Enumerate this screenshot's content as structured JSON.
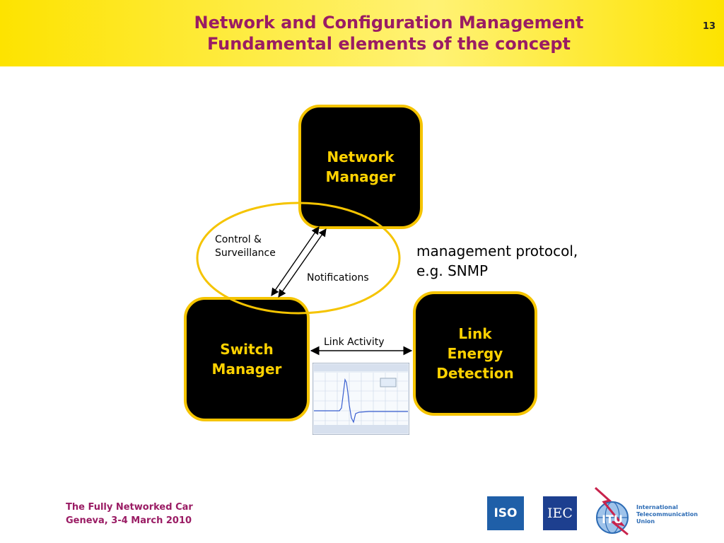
{
  "header": {
    "title_line1": "Network and Configuration Management",
    "title_line2": "Fundamental elements of the concept",
    "slide_number": "13"
  },
  "diagram": {
    "network_manager": "Network\nManager",
    "switch_manager": "Switch\nManager",
    "link_energy_detection": "Link\nEnergy\nDetection",
    "control_surveillance": "Control &\nSurveillance",
    "notifications": "Notifications",
    "management_protocol": "management protocol,\ne.g. SNMP",
    "link_activity": "Link Activity"
  },
  "footer": {
    "line1": "The Fully Networked Car",
    "line2": "Geneva, 3-4 March 2010"
  },
  "logos": {
    "iso": "ISO",
    "iec": "IEC",
    "itu": "ITU",
    "itu_name": "International\nTelecommunication\nUnion"
  },
  "colors": {
    "header_yellow": "#fde300",
    "title_purple": "#9a1c64",
    "box_border": "#f5c400",
    "box_text": "#ffd200"
  }
}
